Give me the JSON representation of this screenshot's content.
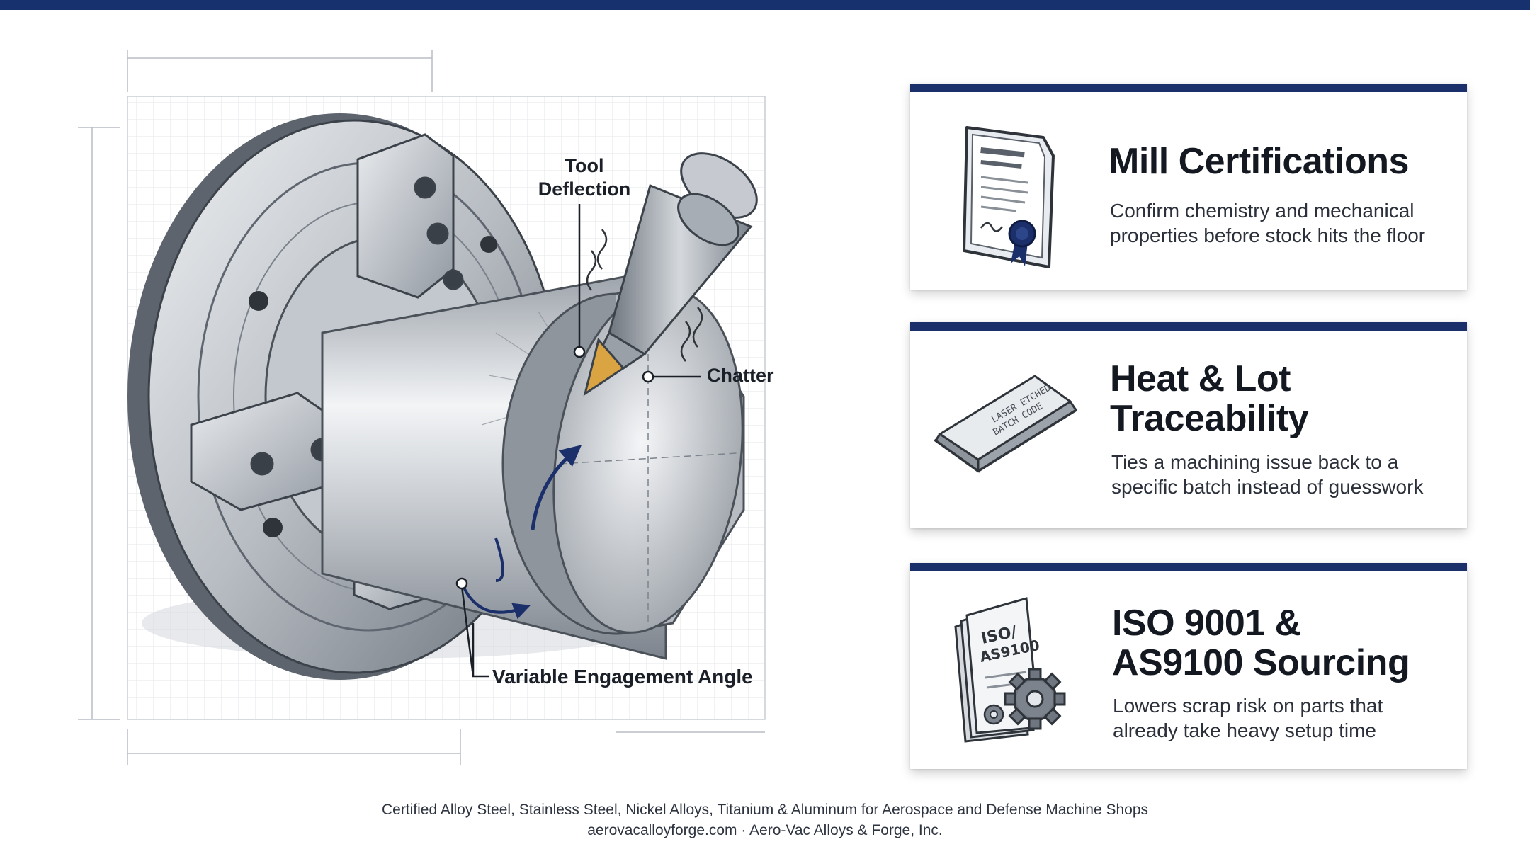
{
  "diagram": {
    "labels": {
      "tool_deflection_line1": "Tool",
      "tool_deflection_line2": "Deflection",
      "chatter": "Chatter",
      "engagement": "Variable Engagement Angle"
    }
  },
  "cards": [
    {
      "icon": "certificate-icon",
      "title": "Mill Certifications",
      "desc_line1": "Confirm chemistry and mechanical",
      "desc_line2": "properties before stock hits the floor"
    },
    {
      "icon": "ingot-icon",
      "icon_text_line1": "LASER ETCHED",
      "icon_text_line2": "BATCH CODE",
      "title_line1": "Heat & Lot",
      "title_line2": "Traceability",
      "desc_line1": "Ties a machining issue back to a",
      "desc_line2": "specific batch instead of guesswork"
    },
    {
      "icon": "iso-document-gear-icon",
      "icon_text_line1": "ISO/",
      "icon_text_line2": "AS9100",
      "title_line1": "ISO 9001 &",
      "title_line2": "AS9100 Sourcing",
      "desc_line1": "Lowers scrap risk on parts that",
      "desc_line2": "already take heavy setup time"
    }
  ],
  "footer": {
    "line1": "Certified Alloy Steel, Stainless Steel, Nickel Alloys, Titanium & Aluminum for Aerospace and Defense Machine Shops",
    "line2": "aerovacalloyforge.com · Aero-Vac Alloys & Forge, Inc."
  },
  "colors": {
    "navy": "#1b2f6b",
    "steel_light": "#e4e7eb",
    "steel_dark": "#5f6670",
    "insert_gold": "#d9a441"
  }
}
